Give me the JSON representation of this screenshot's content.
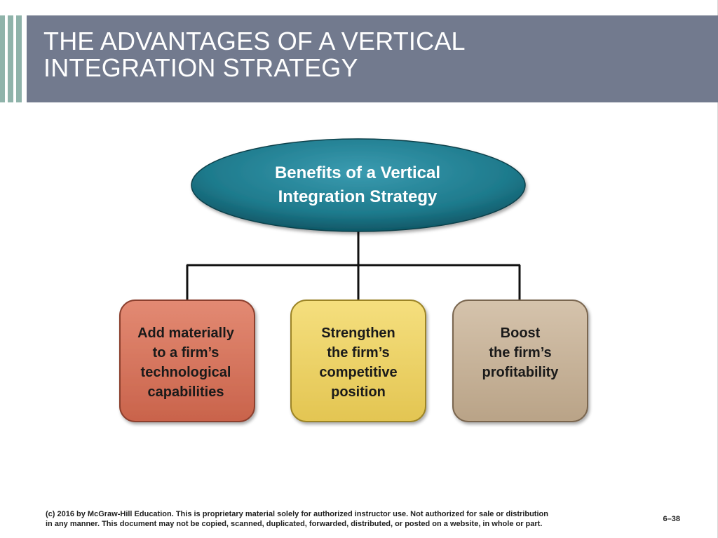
{
  "slide": {
    "title_line1": "THE ADVANTAGES OF A VERTICAL",
    "title_line2": "INTEGRATION STRATEGY"
  },
  "diagram": {
    "root": {
      "line1": "Benefits of a Vertical",
      "line2": "Integration Strategy",
      "color": "#1e7a8c"
    },
    "children": [
      {
        "lines": [
          "Add materially",
          "to a firm’s",
          "technological",
          "capabilities"
        ],
        "color": "#d9735a"
      },
      {
        "lines": [
          "Strengthen",
          "the firm’s",
          "competitive",
          "position"
        ],
        "color": "#efd56b"
      },
      {
        "lines": [
          "Boost",
          "the firm’s",
          "profitability"
        ],
        "color": "#c8b49c"
      }
    ]
  },
  "footer": {
    "copyright_line1": "(c) 2016 by McGraw-Hill Education. This is proprietary material solely for authorized instructor use. Not authorized for sale or distribution",
    "copyright_line2": "in any manner. This document may not be copied, scanned, duplicated, forwarded, distributed, or posted on a website, in whole or part.",
    "page_number": "6–38"
  }
}
